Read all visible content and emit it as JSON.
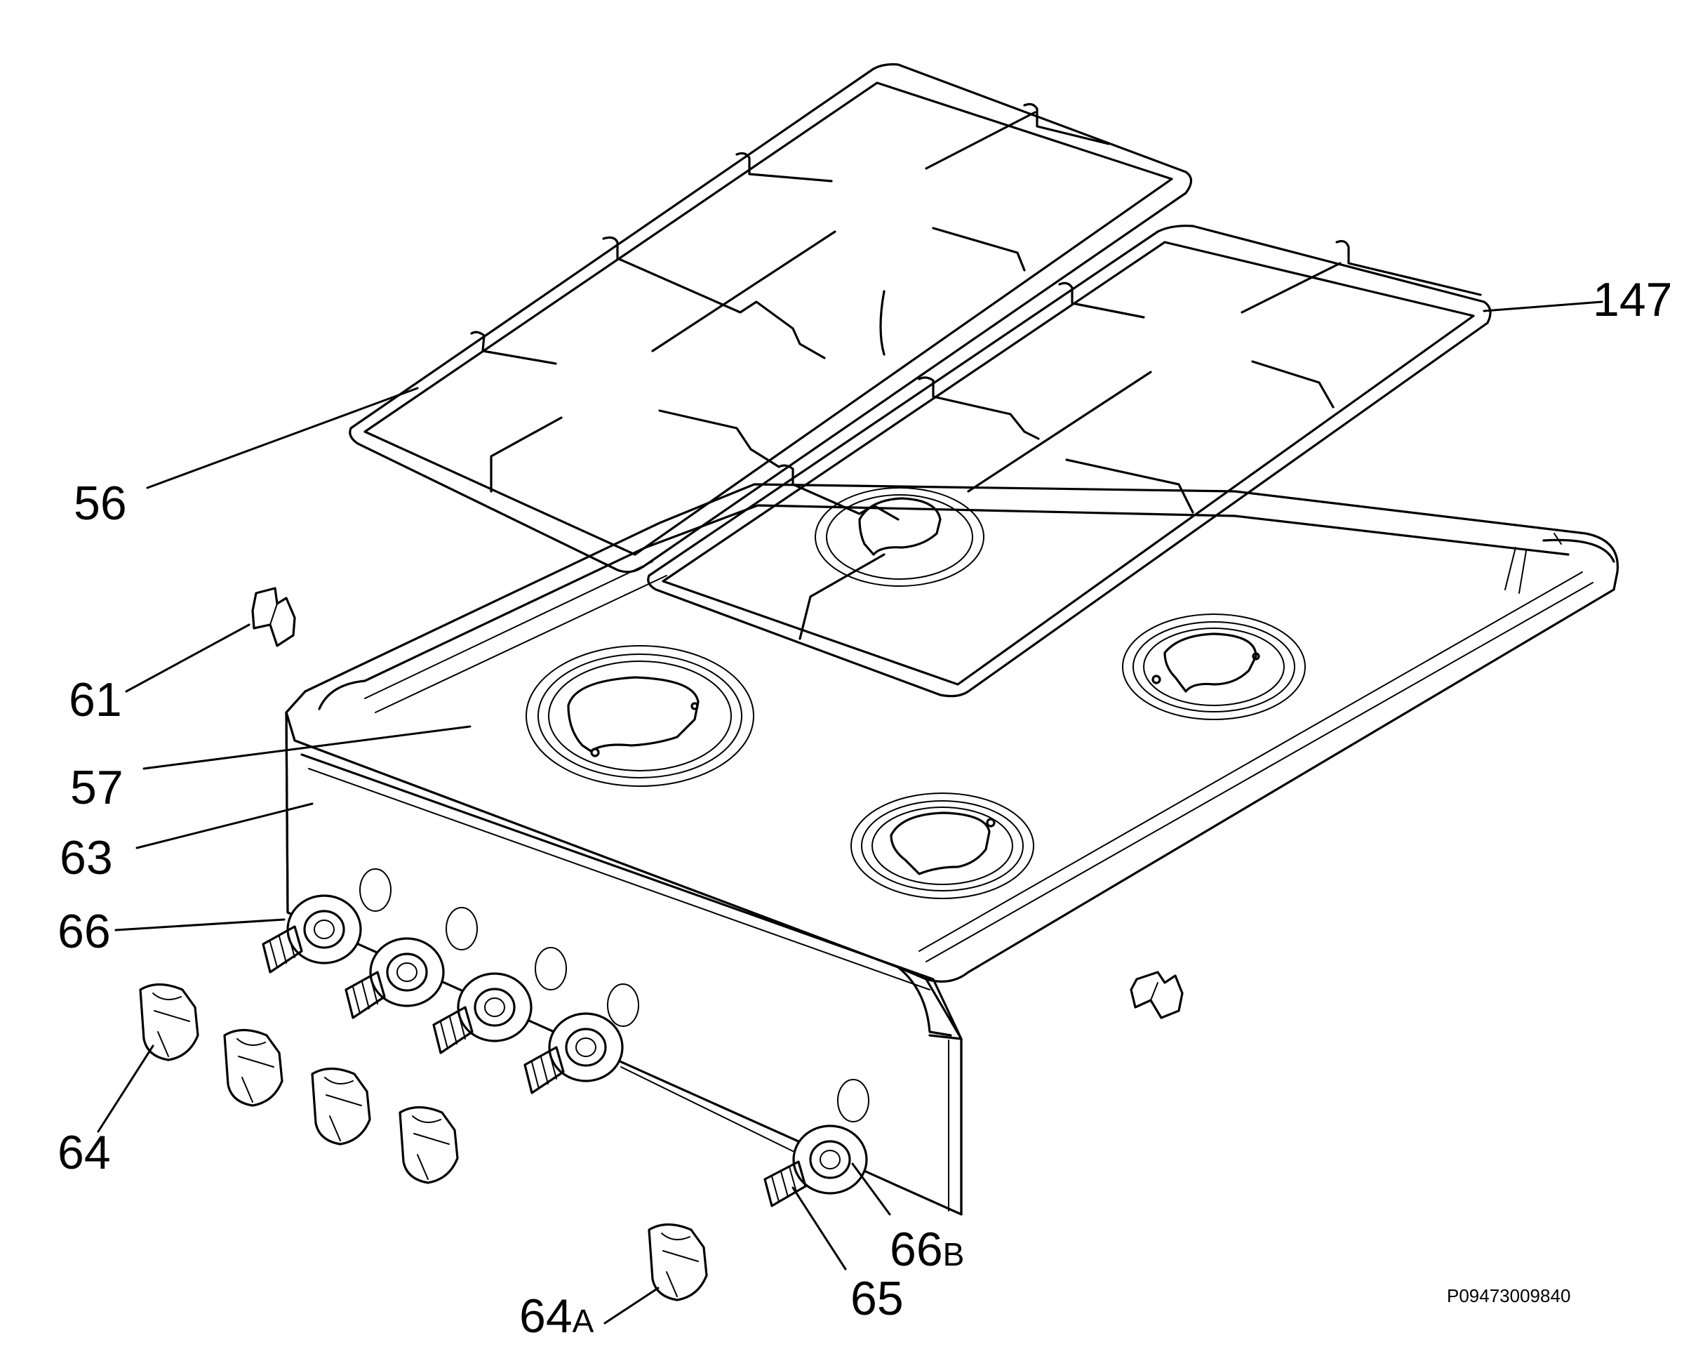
{
  "labels": {
    "l56": "56",
    "l147": "147",
    "l61": "61",
    "l57": "57",
    "l63": "63",
    "l66": "66",
    "l64": "64",
    "l66b_num": "66",
    "l66b_suffix": "B",
    "l65": "65",
    "l64a_num": "64",
    "l64a_suffix": "A"
  },
  "drawing_code": "P09473009840"
}
